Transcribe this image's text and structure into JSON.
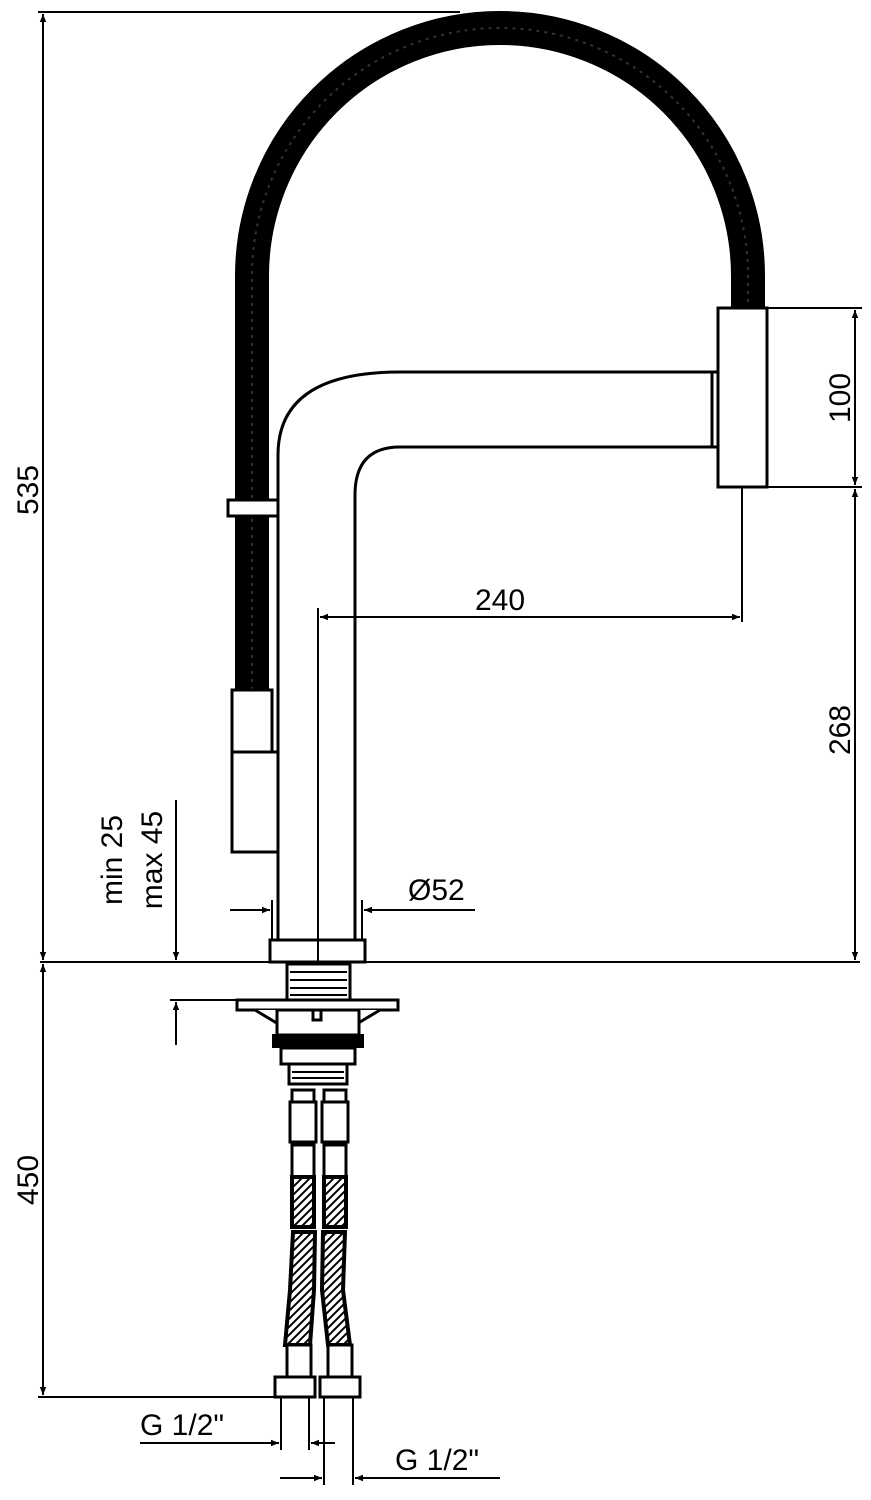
{
  "drawing": {
    "colors": {
      "line": "#000000",
      "background": "#ffffff"
    },
    "dimensions": {
      "total_height": "535",
      "spray_head_height": "100",
      "reach": "240",
      "spout_height": "268",
      "deck_thickness_min": "min 25",
      "deck_thickness_max": "max 45",
      "base_diameter": "Ø52",
      "hose_length": "450",
      "connection_left": "G 1/2\"",
      "connection_right": "G 1/2\""
    }
  }
}
